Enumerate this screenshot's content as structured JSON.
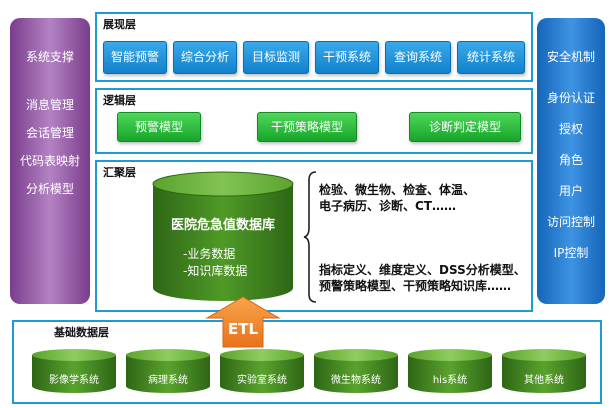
{
  "left_panel": {
    "title": "系统支撑",
    "items": [
      "消息管理",
      "会话管理",
      "代码表映射",
      "分析模型"
    ]
  },
  "right_panel": {
    "title": "安全机制",
    "items": [
      "身份认证",
      "授权",
      "角色",
      "用户",
      "访问控制",
      "IP控制"
    ]
  },
  "presentation_layer": {
    "title": "展现层",
    "buttons": [
      "智能预警",
      "综合分析",
      "目标监测",
      "干预系统",
      "查询系统",
      "统计系统"
    ]
  },
  "logic_layer": {
    "title": "逻辑层",
    "buttons": [
      "预警模型",
      "干预策略模型",
      "诊断判定模型"
    ]
  },
  "aggregation_layer": {
    "title": "汇聚层",
    "database": {
      "name": "医院危急值数据库",
      "items": [
        "-业务数据",
        "-知识库数据"
      ]
    },
    "notes_top": [
      "检验、微生物、检查、体温、",
      "电子病历、诊断、CT……"
    ],
    "notes_bottom": [
      "指标定义、维度定义、DSS分析模型、",
      "预警策略模型、干预策略知识库……"
    ]
  },
  "etl_label": "ETL",
  "foundation_layer": {
    "title": "基础数据层",
    "systems": [
      "影像学系统",
      "病理系统",
      "实验室系统",
      "微生物系统",
      "his系统",
      "其他系统"
    ]
  },
  "colors": {
    "frame_border": "#1e9ad6",
    "left_panel": "#8b4a9f",
    "right_panel": "#1f77c9",
    "blue_button": "#1b8fd8",
    "green_button": "#2dbb3c",
    "cylinder": "#3f7d1f",
    "etl_arrow": "#f08a2c"
  }
}
